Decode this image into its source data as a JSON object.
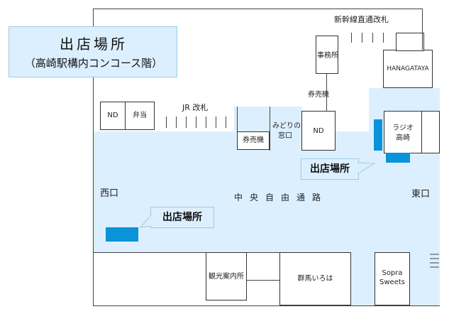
{
  "title": {
    "main": "出店場所",
    "sub": "（高崎駅構内コンコース階）"
  },
  "callouts": {
    "east": "出店場所",
    "west": "出店場所"
  },
  "labels": {
    "shinkansen_gate": "新幹線直通改札",
    "jimusho": "事務所",
    "hanagataya": "HANAGATAYA",
    "kenbaiki_upper": "券売機",
    "nd_left": "ND",
    "bento": "弁当",
    "jr_gate": "JR 改札",
    "kenbaiki_mid": "券売機",
    "midori_line1": "みどりの",
    "midori_line2": "窓口",
    "nd_mid": "ND",
    "radio_line1": "ラジオ",
    "radio_line2": "高崎",
    "west_exit": "西口",
    "corridor": "中央自由通路",
    "east_exit": "東口",
    "kanko": "観光案内所",
    "gunma": "群馬いろは",
    "sopra_line1": "Sopra",
    "sopra_line2": "Sweets"
  },
  "colors": {
    "concourse": "#dcefff",
    "booth": "#0a93d8",
    "callout_bg": "#dcefff"
  }
}
